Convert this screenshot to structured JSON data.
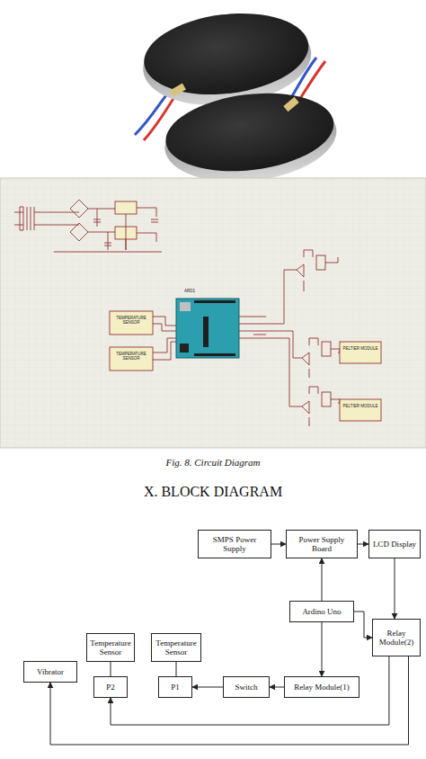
{
  "diagram": {
    "title": "X. BLOCK DIAGRAM",
    "caption": "Fig. 8. Circuit Diagram",
    "nodes": [
      {
        "text": [
          "SMPS Power Supply"
        ]
      },
      {
        "text": [
          "Power Supply Board"
        ]
      },
      {
        "text": [
          "LCD Display"
        ]
      },
      {
        "text": [
          "Ardino Uno"
        ]
      },
      {
        "text": [
          "Relay Module(2)"
        ]
      },
      {
        "text": [
          "Temperature Sensor"
        ]
      },
      {
        "text": [
          "Temperature Sensor"
        ]
      },
      {
        "text": [
          "Vibrator"
        ]
      },
      {
        "text": [
          "P2"
        ]
      },
      {
        "text": [
          "P1"
        ]
      },
      {
        "text": [
          "Switch"
        ]
      },
      {
        "text": [
          "Relay Module(1)"
        ]
      }
    ],
    "edges": [
      {
        "from": 0,
        "to": 1,
        "arrow": "to"
      },
      {
        "from": 1,
        "to": 2,
        "arrow": "to"
      },
      {
        "from": 3,
        "to": 1,
        "arrow": "to"
      },
      {
        "from": 3,
        "to": 4,
        "arrow": "to"
      },
      {
        "from": 2,
        "to": 4,
        "arrow": "to"
      },
      {
        "from": 3,
        "to": 11,
        "arrow": "to"
      },
      {
        "from": 11,
        "to": 10,
        "arrow": "to"
      },
      {
        "from": 10,
        "to": 9,
        "arrow": "to"
      },
      {
        "from": 5,
        "to": 8,
        "arrow": "none"
      },
      {
        "from": 6,
        "to": 9,
        "arrow": "none"
      },
      {
        "from": 4,
        "to": 8,
        "arrow": "to"
      },
      {
        "from": 4,
        "to": 7,
        "arrow": "to"
      }
    ],
    "labels": [
      "TEMPERATURE SENSOR",
      "TEMPERATURE SENSOR",
      "ARD1",
      "PELTIER MODULE",
      "PELTIER MODULE"
    ]
  }
}
